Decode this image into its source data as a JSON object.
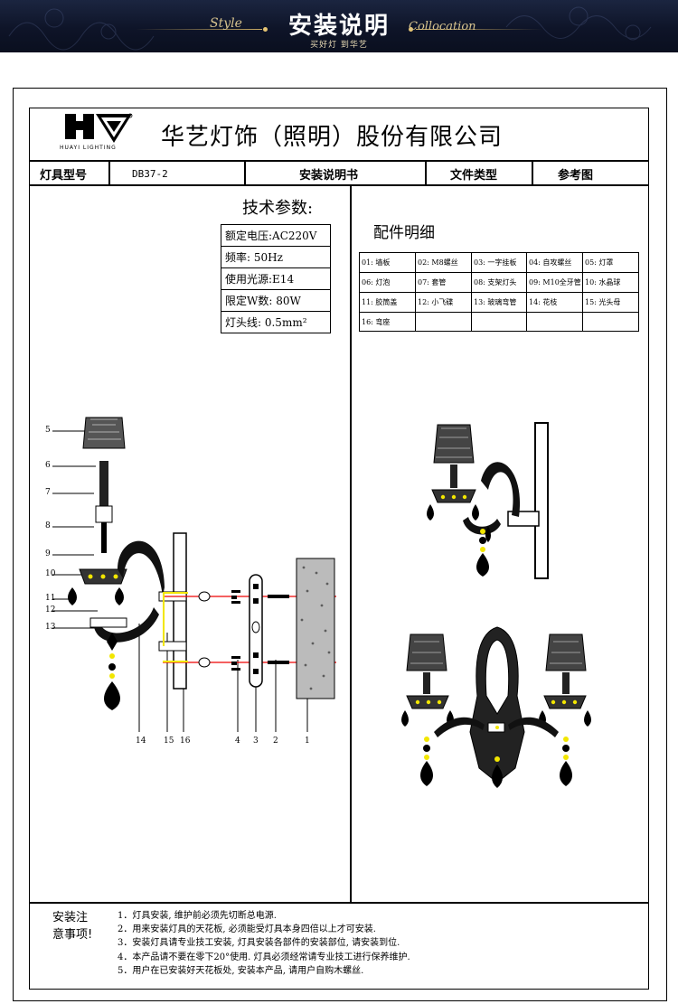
{
  "banner": {
    "title": "安装说明",
    "subtitle": "买好灯 到华艺",
    "left_script": "Style",
    "right_script": "Collocation"
  },
  "company": {
    "name": "华艺灯饰（照明）股份有限公司",
    "logo_caption": "HUAYI LIGHTING"
  },
  "header_row": {
    "model_label": "灯具型号",
    "model_value": "DB37-2",
    "doc_title": "安装说明书",
    "file_type_label": "文件类型",
    "file_type_value": "参考图"
  },
  "tech": {
    "title": "技术参数:",
    "specs": [
      "额定电压:AC220V",
      "频率:    50Hz",
      "使用光源:E14",
      "限定W数: 80W",
      "灯头线: 0.5mm²"
    ]
  },
  "parts": {
    "title": "配件明细",
    "rows": [
      [
        "01: 墙板",
        "02: M8螺丝",
        "03: 一字挂板",
        "04: 自攻螺丝",
        "05: 灯罩"
      ],
      [
        "06: 灯泡",
        "07: 套管",
        "08: 支架灯头",
        "09: M10全牙管",
        "10: 水晶球"
      ],
      [
        "11: 胶筒盖",
        "12: 小飞碟",
        "13: 玻璃弯管",
        "14: 花枝",
        "15: 光头母"
      ],
      [
        "16: 弯座",
        "",
        "",
        "",
        ""
      ]
    ]
  },
  "diagram": {
    "left_callouts": [
      "5",
      "6",
      "7",
      "8",
      "9",
      "10",
      "11",
      "12",
      "13"
    ],
    "bottom_callouts": [
      "14",
      "15",
      "16",
      "4",
      "3",
      "2",
      "1"
    ]
  },
  "notes": {
    "heading_line1": "安装注",
    "heading_line2": "意事项!",
    "items": [
      "1．灯具安装, 维护前必须先切断总电源.",
      "2．用来安装灯具的天花板, 必须能受灯具本身四倍以上才可安装.",
      "3．安装灯具请专业技工安装, 灯具安装各部件的安装部位, 请安装到位.",
      "4．本产品请不要在零下20°使用. 灯具必须经常请专业技工进行保养维护.",
      "5．用户在已安装好天花板处, 安装本产品, 请用户自购木螺丝."
    ]
  }
}
